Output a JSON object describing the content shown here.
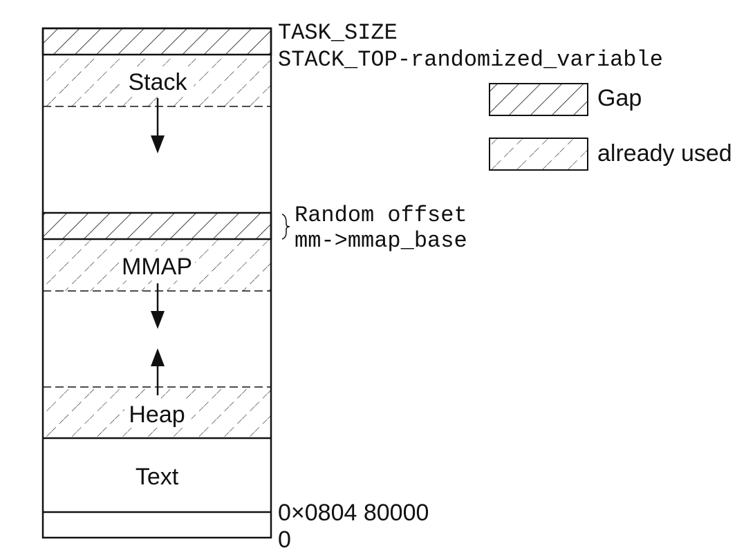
{
  "regions": {
    "stack": "Stack",
    "mmap": "MMAP",
    "heap": "Heap",
    "text": "Text"
  },
  "addresses": {
    "task_size": "TASK_SIZE",
    "stack_top": "STACK_TOP-randomized_variable",
    "random_offset": "Random offset",
    "mmap_base": "mm->mmap_base",
    "text_start": "0×0804 80000",
    "zero": "0"
  },
  "legend": {
    "gap": "Gap",
    "used": "already used"
  },
  "colors": {
    "stroke": "#111111",
    "background": "#ffffff"
  },
  "icons": {
    "arrow_down": "arrow-down-icon",
    "arrow_up": "arrow-up-icon",
    "brace": "right-brace-icon"
  }
}
